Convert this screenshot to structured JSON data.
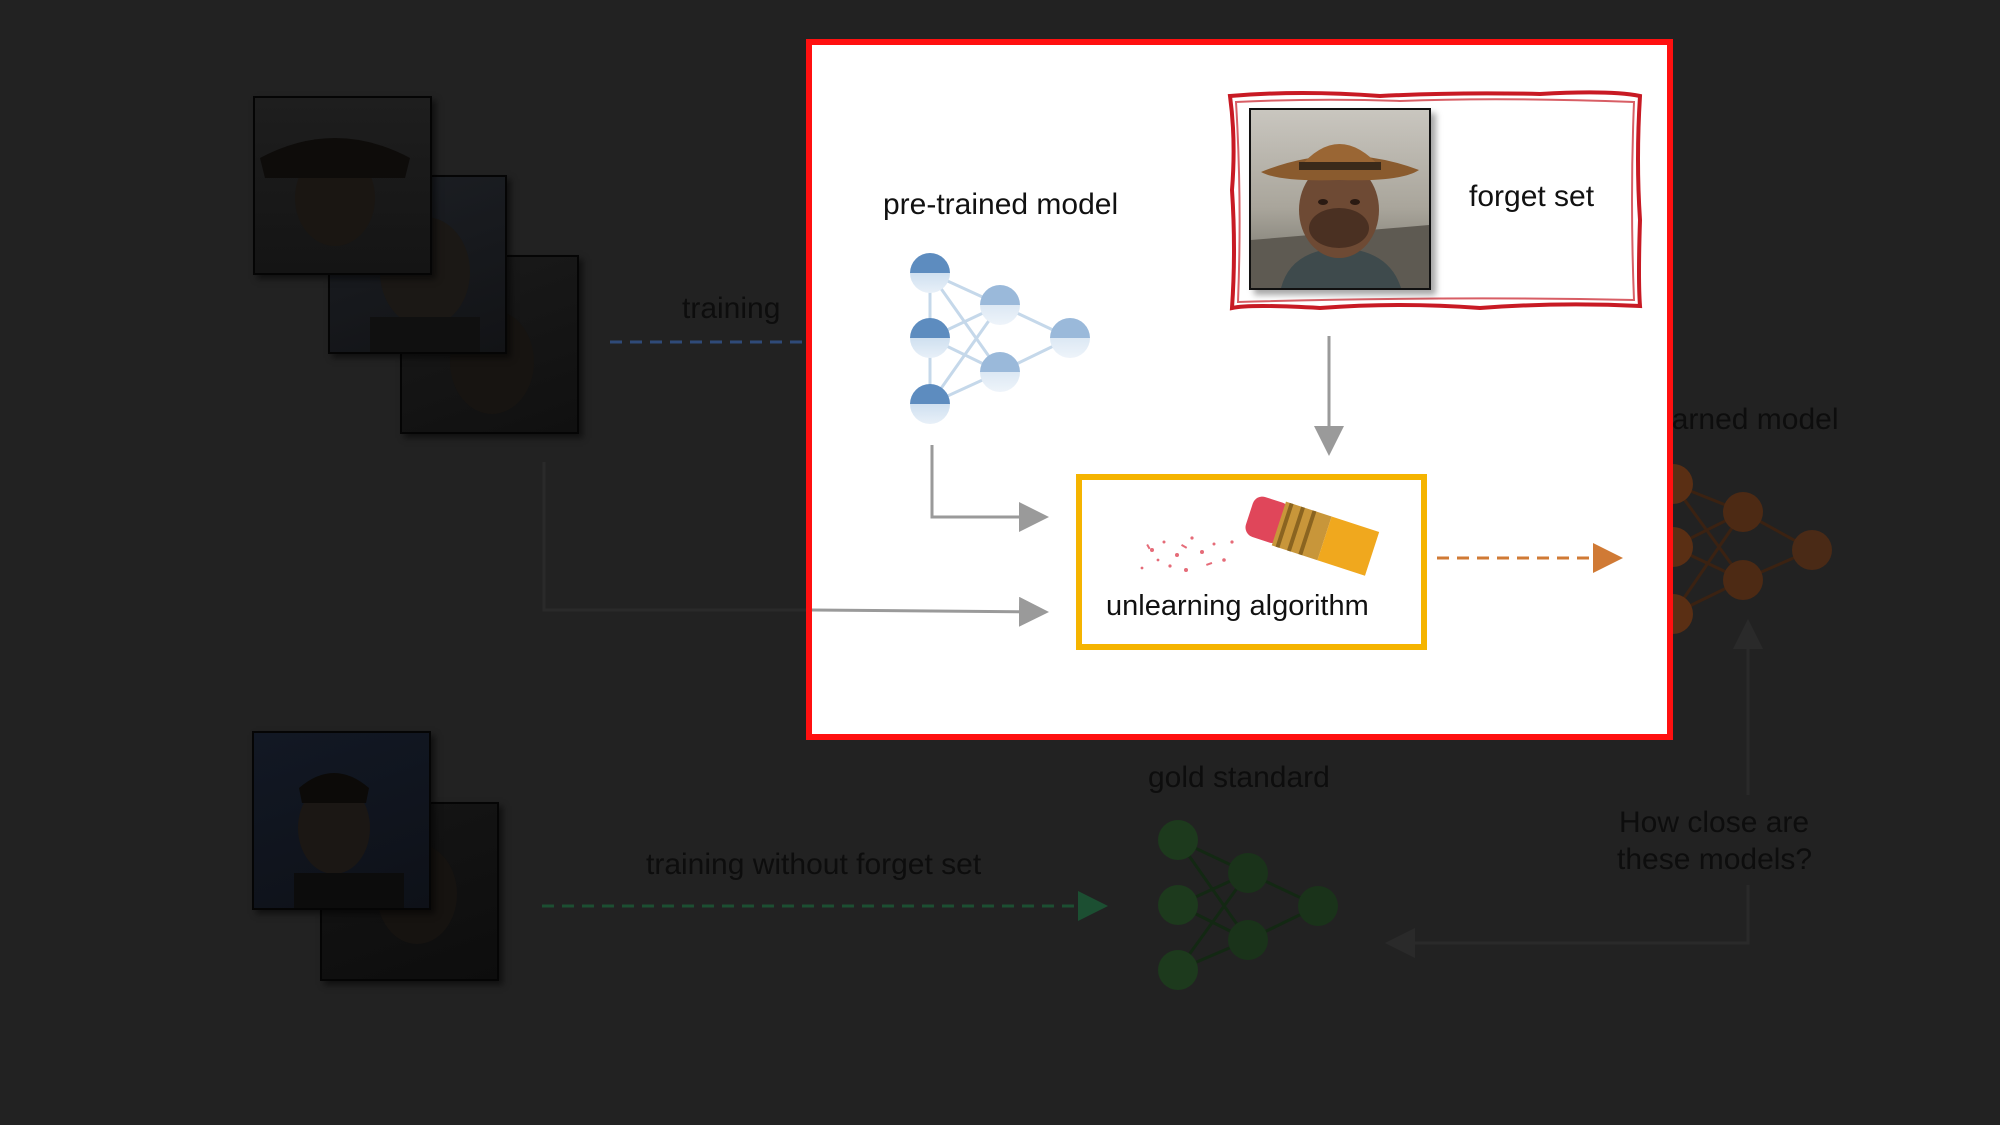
{
  "labels": {
    "training": "training",
    "pretrained_model": "pre-trained model",
    "forget_set": "forget set",
    "unlearning_algorithm": "unlearning algorithm",
    "unlearned_model": "unlearned model",
    "gold_standard": "gold standard",
    "training_without_forget_set": "training without forget set",
    "how_close_line1": "How close are",
    "how_close_line2": "these models?"
  },
  "colors": {
    "background": "#222222",
    "highlight_frame": "#ff1010",
    "forget_frame": "#c81a24",
    "algorithm_frame": "#f5b400",
    "training_arrow": "#2f4a78",
    "unlearned_arrow": "#d07a35",
    "gold_arrow": "#1c4f32",
    "pretrained_nodes": "#5d8cbf",
    "unlearned_nodes": "#6a3818",
    "gold_nodes": "#1c3a1c"
  },
  "icons": {
    "training_photos": "face-photo-stack",
    "forget_photo": "person-in-hat-photo",
    "eraser": "pencil-eraser-icon",
    "networks": "neural-network-icon"
  }
}
